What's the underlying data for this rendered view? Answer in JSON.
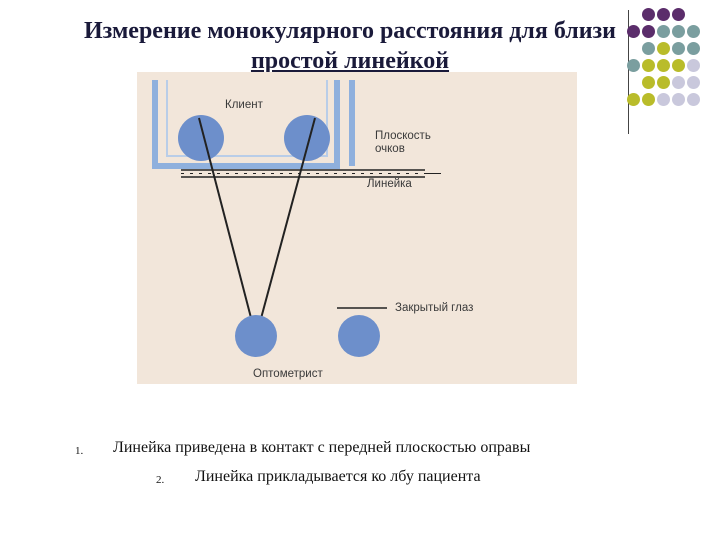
{
  "slide": {
    "title_line1": "Измерение монокулярного расстояния для близи",
    "title_line2": "простой линейкой"
  },
  "figure": {
    "label_client": "Клиент",
    "label_plane_line1": "Плоскость",
    "label_plane_line2": "очков",
    "label_ruler": "Линейка",
    "label_closed_eye": "Закрытый глаз",
    "label_optometrist": "Оптометрист"
  },
  "list": [
    {
      "number": "1.",
      "text": "Линейка приведена в контакт с передней плоскостью оправы"
    },
    {
      "number": "2.",
      "text": "Линейка прикладывается ко лбу пациента"
    }
  ],
  "colors": {
    "purple": "#5b2d6b",
    "teal": "#7a9e9f",
    "olive": "#b9bc2a",
    "lavender": "#c9c8dc",
    "eye_blue": "#6d8fcb",
    "frame_blue": "#8fb0dd"
  }
}
